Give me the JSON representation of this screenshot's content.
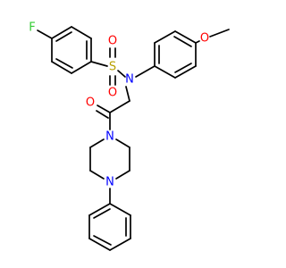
{
  "atoms": {
    "fluorine": {
      "text": "F",
      "color": "#33cc33"
    },
    "sulfur": {
      "text": "S",
      "color": "#b8a000"
    },
    "sulfonyl_oxygen_upper": {
      "text": "O",
      "color": "#ff0000"
    },
    "sulfonyl_oxygen_lower": {
      "text": "O",
      "color": "#ff0000"
    },
    "sulfonamide_nitrogen": {
      "text": "N",
      "color": "#0000ff"
    },
    "methoxy_oxygen": {
      "text": "O",
      "color": "#ff0000"
    },
    "carbonyl_oxygen": {
      "text": "O",
      "color": "#ff0000"
    },
    "piperazine_nitrogen_upper": {
      "text": "N",
      "color": "#0000ff"
    },
    "piperazine_nitrogen_lower": {
      "text": "N",
      "color": "#0000ff"
    }
  },
  "colors": {
    "bond": "#000000",
    "background": "#ffffff"
  }
}
